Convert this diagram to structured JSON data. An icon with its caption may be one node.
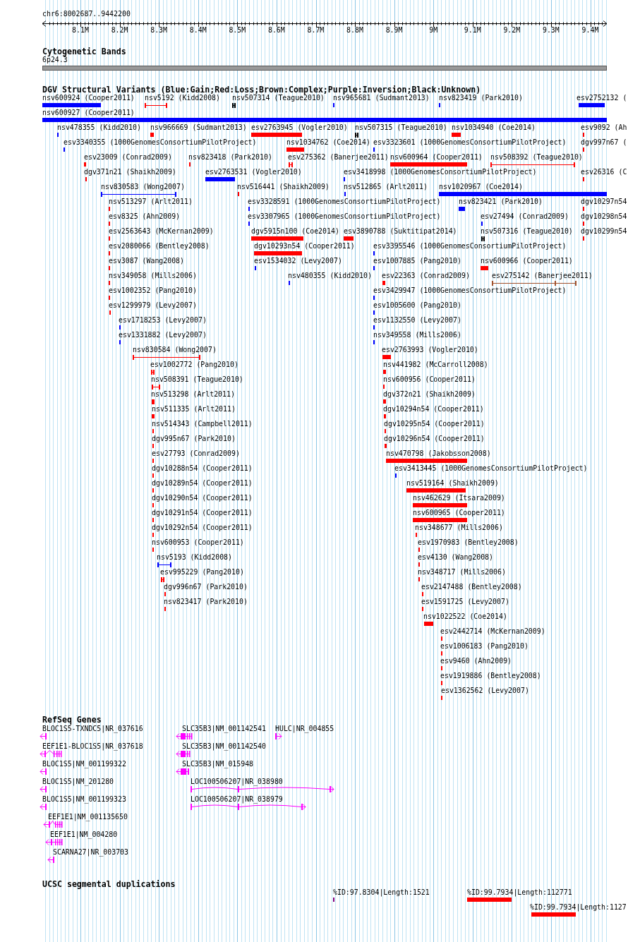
{
  "diagram": {
    "labels": [
      "chr6:8002687..9442200",
      "8.1M",
      "8.2M",
      "8.3M",
      "8.4M",
      "8.5M",
      "8.6M",
      "8.7M",
      "8.8M",
      "8.9M",
      "9M",
      "9.1M",
      "9.2M",
      "9.3M",
      "9.4M",
      "Cytogenetic Bands",
      "6p24.3",
      "DGV Structural Variants (Blue:Gain;Red:Loss;Brown:Complex;Purple:Inversion;Black:Unknown)",
      "nsv600924 (Cooper2011)",
      "nsv5192 (Kidd2008)",
      "nsv507314 (Teague2010)",
      "nsv965681 (Sudmant2013)",
      "nsv823419 (Park2010)",
      "esv2752132 (",
      "nsv600927 (Cooper2011)",
      "nsv478355 (Kidd2010)",
      "nsv966669 (Sudmant2013)",
      "esv2763945 (Vogler2010)",
      "nsv507315 (Teague2010)",
      "nsv1034940 (Coe2014)",
      "esv9092 (Ah",
      "esv3340355 (1000GenomesConsortiumPilotProject)",
      "nsv1034762 (Coe2014)",
      "esv3323601 (1000GenomesConsortiumPilotProject)",
      "dgv997n67 (",
      "esv23009 (Conrad2009)",
      "nsv823418 (Park2010)",
      "esv275362 (Banerjee2011)",
      "nsv600964 (Cooper2011)",
      "nsv508392 (Teague2010)",
      "dgv371n21 (Shaikh2009)",
      "esv2763531 (Vogler2010)",
      "esv3418998 (1000GenomesConsortiumPilotProject)",
      "esv26316 (C",
      "nsv830583 (Wong2007)",
      "nsv516441 (Shaikh2009)",
      "nsv512865 (Arlt2011)",
      "nsv1020967 (Coe2014)",
      "nsv513297 (Arlt2011)",
      "esv3328591 (1000GenomesConsortiumPilotProject)",
      "nsv823421 (Park2010)",
      "dgv10297n54",
      "esv8325 (Ahn2009)",
      "esv3307965 (1000GenomesConsortiumPilotProject)",
      "esv27494 (Conrad2009)",
      "dgv10298n54",
      "esv2563643 (McKernan2009)",
      "dgv5915n100 (Coe2014)",
      "esv3890788 (Suktitipat2014)",
      "nsv507316 (Teague2010)",
      "dgv10299n54",
      "esv2080066 (Bentley2008)",
      "dgv10293n54 (Cooper2011)",
      "esv3395546 (1000GenomesConsortiumPilotProject)",
      "esv3087 (Wang2008)",
      "esv1534032 (Levy2007)",
      "esv1007885 (Pang2010)",
      "nsv600966 (Cooper2011)",
      "nsv349058 (Mills2006)",
      "nsv480355 (Kidd2010)",
      "esv22363 (Conrad2009)",
      "esv275142 (Banerjee2011)",
      "esv1002352 (Pang2010)",
      "esv3429947 (1000GenomesConsortiumPilotProject)",
      "esv1299979 (Levy2007)",
      "esv1005600 (Pang2010)",
      "esv1718253 (Levy2007)",
      "esv1132550 (Levy2007)",
      "esv1331882 (Levy2007)",
      "nsv349558 (Mills2006)",
      "nsv830584 (Wong2007)",
      "esv2763993 (Vogler2010)",
      "esv1002772 (Pang2010)",
      "nsv441982 (McCarroll2008)",
      "nsv508391 (Teague2010)",
      "nsv600956 (Cooper2011)",
      "nsv513298 (Arlt2011)",
      "dgv372n21 (Shaikh2009)",
      "nsv511335 (Arlt2011)",
      "dgv10294n54 (Cooper2011)",
      "nsv514343 (Campbell2011)",
      "dgv10295n54 (Cooper2011)",
      "dgv995n67 (Park2010)",
      "dgv10296n54 (Cooper2011)",
      "esv27793 (Conrad2009)",
      "nsv470798 (Jakobsson2008)",
      "dgv10288n54 (Cooper2011)",
      "esv3413445 (1000GenomesConsortiumPilotProject)",
      "dgv10289n54 (Cooper2011)",
      "nsv519164 (Shaikh2009)",
      "dgv10290n54 (Cooper2011)",
      "nsv462629 (Itsara2009)",
      "dgv10291n54 (Cooper2011)",
      "nsv600965 (Cooper2011)",
      "dgv10292n54 (Cooper2011)",
      "nsv348677 (Mills2006)",
      "nsv600953 (Cooper2011)",
      "esv1970983 (Bentley2008)",
      "nsv5193 (Kidd2008)",
      "esv4130 (Wang2008)",
      "esv995229 (Pang2010)",
      "nsv348717 (Mills2006)",
      "dgv996n67 (Park2010)",
      "esv2147488 (Bentley2008)",
      "nsv823417 (Park2010)",
      "esv1591725 (Levy2007)",
      "nsv1022522 (Coe2014)",
      "esv2442714 (McKernan2009)",
      "esv1006183 (Pang2010)",
      "esv9460 (Ahn2009)",
      "esv1919886 (Bentley2008)",
      "esv1362562 (Levy2007)",
      "RefSeq Genes",
      "BLOC1S5-TXNDC5|NR_037616",
      "SLC35B3|NM_001142541",
      "HULC|NR_004855",
      "EEF1E1-BLOC1S5|NR_037618",
      "SLC35B3|NM_001142540",
      "BLOC1S5|NM_001199322",
      "SLC35B3|NM_015948",
      "BLOC1S5|NM_201280",
      "LOC100506207|NR_038980",
      "BLOC1S5|NM_001199323",
      "LOC100506207|NR_038979",
      "EEF1E1|NM_001135650",
      "EEF1E1|NM_004280",
      "SCARNA27|NR_003703",
      "UCSC segmental duplications",
      "%ID:97.8304|Length:1521",
      "%ID:99.7934|Length:112771",
      "%ID:99.7934|Length:1127"
    ]
  }
}
